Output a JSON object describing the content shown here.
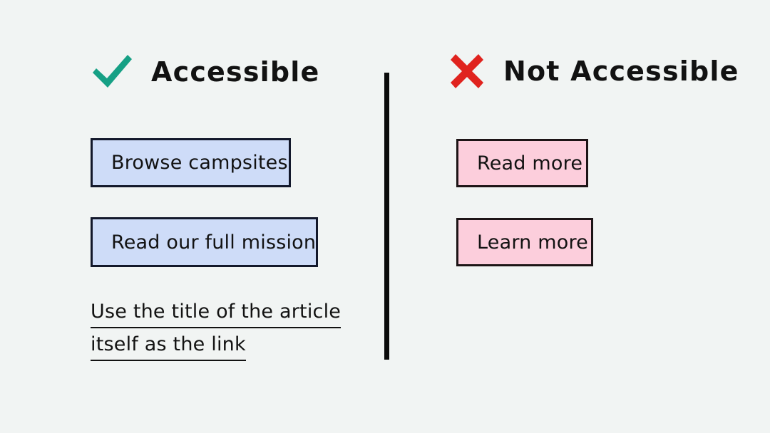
{
  "canvas": {
    "background_color": "#F1F4F3",
    "divider_color": "#0B0B0B"
  },
  "columns": {
    "accessible": {
      "icon": "check-mark-icon",
      "icon_color": "#16A085",
      "heading": "Accessible",
      "buttons": [
        {
          "label": "Browse campsites",
          "fill_color": "#CEDCF8",
          "border_color": "#13182B"
        },
        {
          "label": "Read our full mission",
          "fill_color": "#CEDCF8",
          "border_color": "#13182B"
        }
      ],
      "link_note": {
        "lines": [
          "Use the title of the article",
          "itself as the link"
        ]
      }
    },
    "not_accessible": {
      "icon": "cross-mark-icon",
      "icon_color": "#E0231E",
      "heading": "Not Accessible",
      "buttons": [
        {
          "label": "Read more",
          "fill_color": "#FCCEDC",
          "border_color": "#1D1416"
        },
        {
          "label": "Learn more",
          "fill_color": "#FCCEDC",
          "border_color": "#1D1416"
        }
      ]
    }
  }
}
